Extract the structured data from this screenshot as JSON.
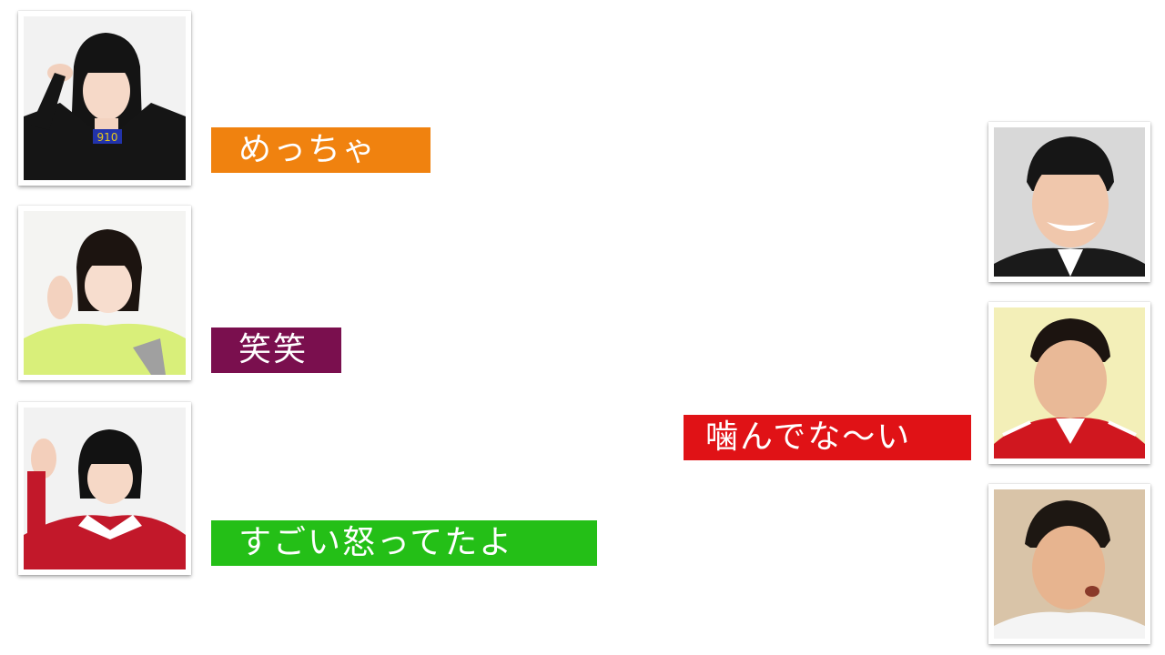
{
  "captions": [
    {
      "text": "めっちゃ",
      "color": "#f0820f"
    },
    {
      "text": "笑笑",
      "color": "#7a0f4e"
    },
    {
      "text": "すごい怒ってたよ",
      "color": "#24bf17"
    },
    {
      "text": "噛んでな〜い",
      "color": "#e01216"
    }
  ],
  "photos": {
    "left": [
      "portrait-photo",
      "portrait-photo",
      "portrait-photo"
    ],
    "right": [
      "portrait-photo",
      "portrait-photo",
      "portrait-photo"
    ]
  }
}
